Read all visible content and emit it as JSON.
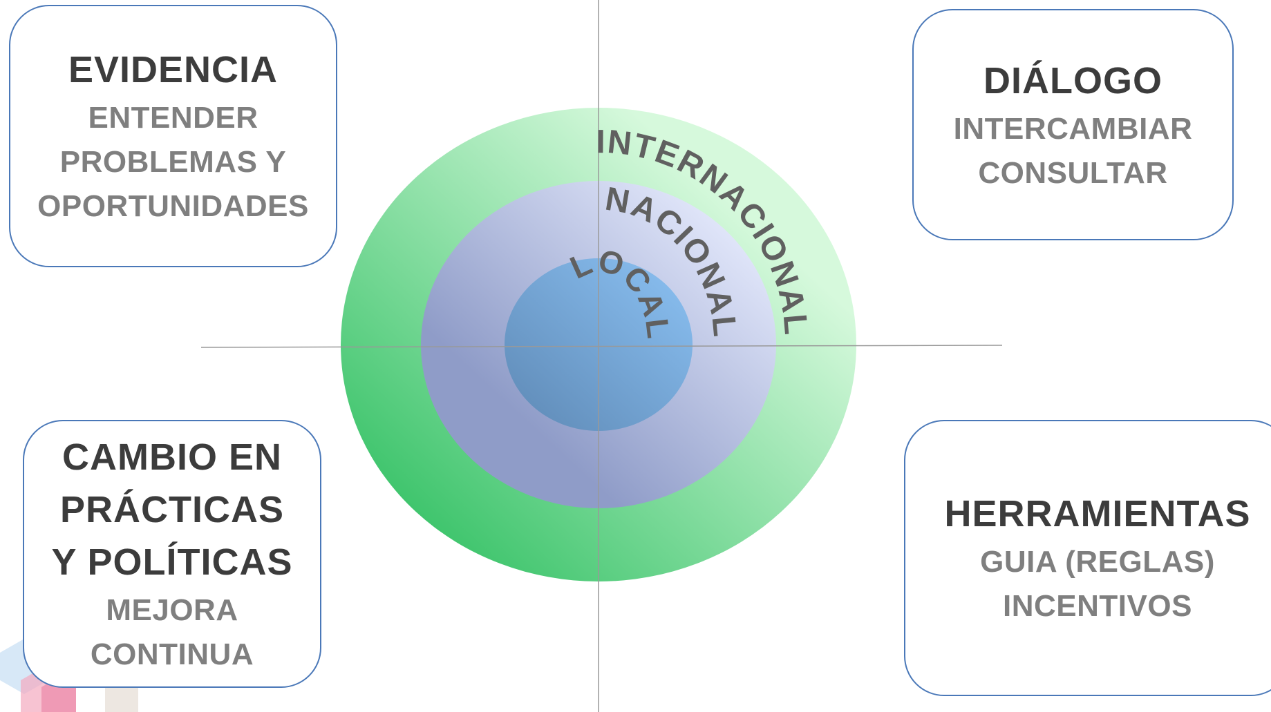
{
  "diagram": {
    "rings": [
      {
        "label": "INTERNACIONAL"
      },
      {
        "label": "NACIONAL"
      },
      {
        "label": "LOCAL"
      }
    ],
    "colors": {
      "outer_ring_from": "#1db954",
      "outer_ring_to": "#d6f9dc",
      "middle_ring_from": "#8f9cc8",
      "middle_ring_to": "#e3e8fb",
      "inner_ring_from": "#5d88b4",
      "inner_ring_to": "#8cc2f4",
      "ring_label": "#606060",
      "axis_line": "#999999",
      "box_border": "#4a78b8"
    }
  },
  "quadrants": {
    "evidence": {
      "title": [
        "EVIDENCIA"
      ],
      "lines": [
        "ENTENDER",
        "PROBLEMAS Y",
        "OPORTUNIDADES"
      ]
    },
    "dialogue": {
      "title": [
        "DIÁLOGO"
      ],
      "lines": [
        "INTERCAMBIAR",
        "CONSULTAR"
      ]
    },
    "change": {
      "title": [
        "CAMBIO EN",
        "PRÁCTICAS",
        "Y POLÍTICAS"
      ],
      "lines": [
        "MEJORA",
        "CONTINUA"
      ]
    },
    "tools": {
      "title": [
        "HERRAMIENTAS"
      ],
      "lines": [
        "GUIA (REGLAS)",
        "INCENTIVOS"
      ]
    }
  }
}
